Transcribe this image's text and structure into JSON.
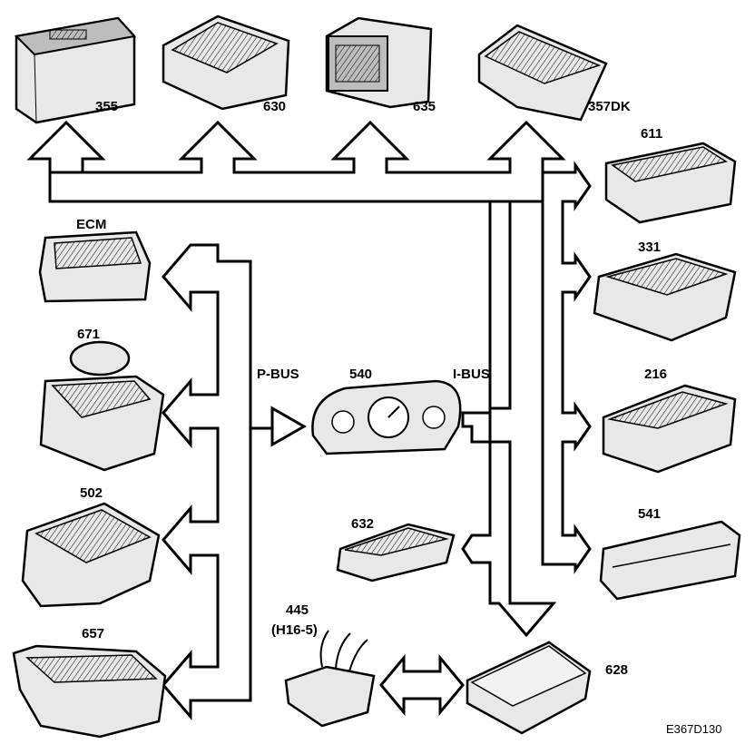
{
  "modules": {
    "m355": "355",
    "m630": "630",
    "m635": "635",
    "m357dk": "357DK",
    "m611": "611",
    "ecm": "ECM",
    "m331": "331",
    "m671": "671",
    "m216": "216",
    "m540": "540",
    "m502": "502",
    "m632": "632",
    "m541": "541",
    "m445": "445",
    "m445_sub": "(H16-5)",
    "m657": "657",
    "m628": "628"
  },
  "buses": {
    "p_bus": "P-BUS",
    "i_bus": "I-BUS"
  },
  "reference": "E367D130"
}
